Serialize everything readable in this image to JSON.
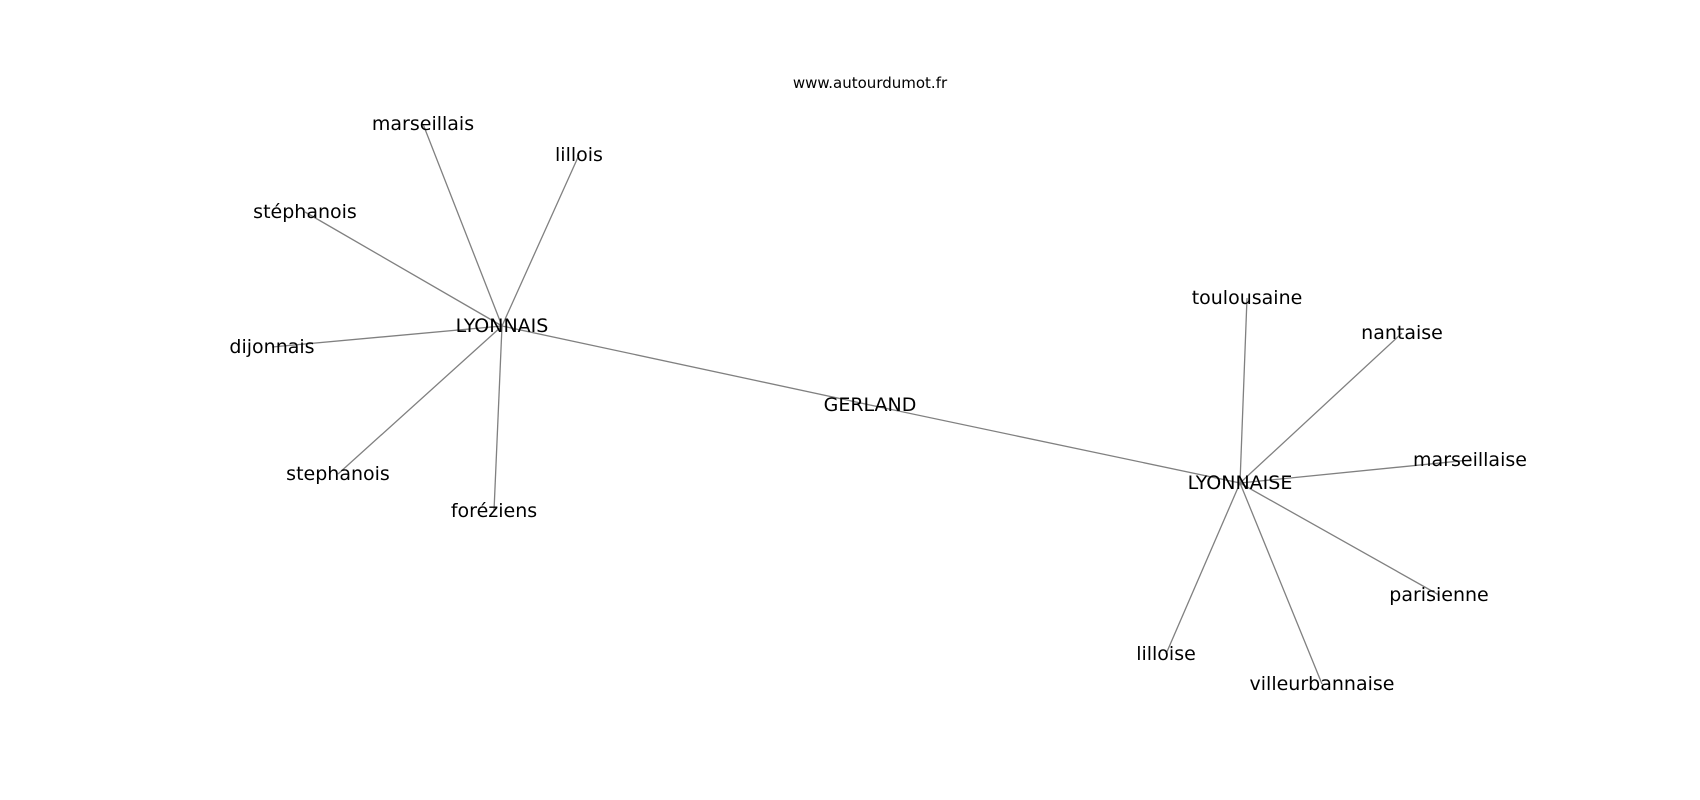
{
  "watermark": "www.autourdumot.fr",
  "colors": {
    "edge": "#808080",
    "text": "#000000",
    "background": "#ffffff"
  },
  "graph": {
    "nodes": [
      {
        "id": "lyonnais",
        "label": "LYONNAIS"
      },
      {
        "id": "gerland",
        "label": "GERLAND"
      },
      {
        "id": "lyonnaise",
        "label": "LYONNAISE"
      },
      {
        "id": "marseillais",
        "label": "marseillais"
      },
      {
        "id": "lillois",
        "label": "lillois"
      },
      {
        "id": "stephanois-accent",
        "label": "stéphanois"
      },
      {
        "id": "dijonnais",
        "label": "dijonnais"
      },
      {
        "id": "stephanois",
        "label": "stephanois"
      },
      {
        "id": "foreziens",
        "label": "foréziens"
      },
      {
        "id": "toulousaine",
        "label": "toulousaine"
      },
      {
        "id": "nantaise",
        "label": "nantaise"
      },
      {
        "id": "marseillaise",
        "label": "marseillaise"
      },
      {
        "id": "parisienne",
        "label": "parisienne"
      },
      {
        "id": "lilloise",
        "label": "lilloise"
      },
      {
        "id": "villeurbannaise",
        "label": "villeurbannaise"
      }
    ],
    "edges": [
      {
        "from": "lyonnais",
        "to": "gerland"
      },
      {
        "from": "gerland",
        "to": "lyonnaise"
      },
      {
        "from": "lyonnais",
        "to": "marseillais"
      },
      {
        "from": "lyonnais",
        "to": "lillois"
      },
      {
        "from": "lyonnais",
        "to": "stephanois-accent"
      },
      {
        "from": "lyonnais",
        "to": "dijonnais"
      },
      {
        "from": "lyonnais",
        "to": "stephanois"
      },
      {
        "from": "lyonnais",
        "to": "foreziens"
      },
      {
        "from": "lyonnaise",
        "to": "toulousaine"
      },
      {
        "from": "lyonnaise",
        "to": "nantaise"
      },
      {
        "from": "lyonnaise",
        "to": "marseillaise"
      },
      {
        "from": "lyonnaise",
        "to": "parisienne"
      },
      {
        "from": "lyonnaise",
        "to": "lilloise"
      },
      {
        "from": "lyonnaise",
        "to": "villeurbannaise"
      }
    ]
  }
}
